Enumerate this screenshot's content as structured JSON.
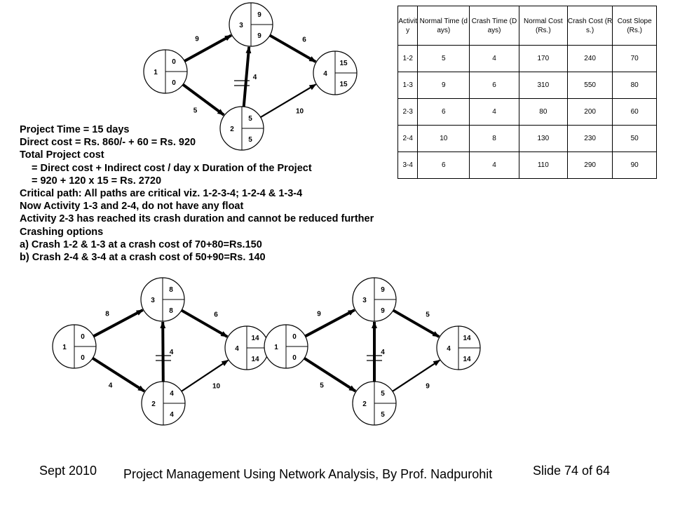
{
  "networks": [
    {
      "nodes": [
        {
          "id": "1",
          "top": "0",
          "bottom": "0"
        },
        {
          "id": "2",
          "top": "5",
          "bottom": "5"
        },
        {
          "id": "3",
          "top": "9",
          "bottom": "9"
        },
        {
          "id": "4",
          "top": "15",
          "bottom": "15"
        }
      ],
      "edges": [
        {
          "from": "1",
          "to": "3",
          "label": "9"
        },
        {
          "from": "1",
          "to": "2",
          "label": "5"
        },
        {
          "from": "2",
          "to": "3",
          "label": "4"
        },
        {
          "from": "3",
          "to": "4",
          "label": "6"
        },
        {
          "from": "2",
          "to": "4",
          "label": "10"
        }
      ]
    },
    {
      "nodes": [
        {
          "id": "1",
          "top": "0",
          "bottom": "0"
        },
        {
          "id": "2",
          "top": "4",
          "bottom": "4"
        },
        {
          "id": "3",
          "top": "8",
          "bottom": "8"
        },
        {
          "id": "4",
          "top": "14",
          "bottom": "14"
        }
      ],
      "edges": [
        {
          "from": "1",
          "to": "3",
          "label": "8"
        },
        {
          "from": "1",
          "to": "2",
          "label": "4"
        },
        {
          "from": "2",
          "to": "3",
          "label": "4"
        },
        {
          "from": "3",
          "to": "4",
          "label": "6"
        },
        {
          "from": "2",
          "to": "4",
          "label": "10"
        }
      ]
    },
    {
      "nodes": [
        {
          "id": "1",
          "top": "0",
          "bottom": "0"
        },
        {
          "id": "2",
          "top": "5",
          "bottom": "5"
        },
        {
          "id": "3",
          "top": "9",
          "bottom": "9"
        },
        {
          "id": "4",
          "top": "14",
          "bottom": "14"
        }
      ],
      "edges": [
        {
          "from": "1",
          "to": "3",
          "label": "9"
        },
        {
          "from": "1",
          "to": "2",
          "label": "5"
        },
        {
          "from": "2",
          "to": "3",
          "label": "4"
        },
        {
          "from": "3",
          "to": "4",
          "label": "5"
        },
        {
          "from": "2",
          "to": "4",
          "label": "9"
        }
      ]
    }
  ],
  "table": {
    "headers": [
      "Activity",
      "Normal Time (days)",
      "Crash Time (Days)",
      "Normal Cost (Rs.)",
      "Crash Cost (Rs.)",
      "Cost Slope (Rs.)"
    ],
    "rows": [
      [
        "1-2",
        "5",
        "4",
        "170",
        "240",
        "70"
      ],
      [
        "1-3",
        "9",
        "6",
        "310",
        "550",
        "80"
      ],
      [
        "2-3",
        "6",
        "4",
        "80",
        "200",
        "60"
      ],
      [
        "2-4",
        "10",
        "8",
        "130",
        "230",
        "50"
      ],
      [
        "3-4",
        "6",
        "4",
        "110",
        "290",
        "90"
      ]
    ]
  },
  "notes": {
    "project_time": "Project Time = 15 days",
    "direct_cost": "Direct cost = Rs. 860/- + 60  = Rs. 920",
    "total_cost": "Total Project cost",
    "total_formula": "= Direct cost + Indirect cost / day x Duration of the Project",
    "total_value": "= 920 + 120 x 15 = Rs. 2720",
    "critical_path": "Critical path: All paths are critical viz. 1-2-3-4; 1-2-4 & 1-3-4",
    "no_float": "Now Activity 1-3 and 2-4, do not have any float",
    "crash_reached": "Activity 2-3 has reached its crash duration and cannot be reduced further",
    "crashing_options": "Crashing options",
    "option_a": "a) Crash 1-2 & 1-3 at a crash cost of 70+80=Rs.150",
    "option_b": "b) Crash 2-4 & 3-4 at a crash cost of 50+90=Rs. 140"
  },
  "footer": {
    "date": "Sept 2010",
    "title": "Project Management Using Network Analysis, By Prof. Nadpurohit",
    "slide": "Slide 74 of 64"
  }
}
